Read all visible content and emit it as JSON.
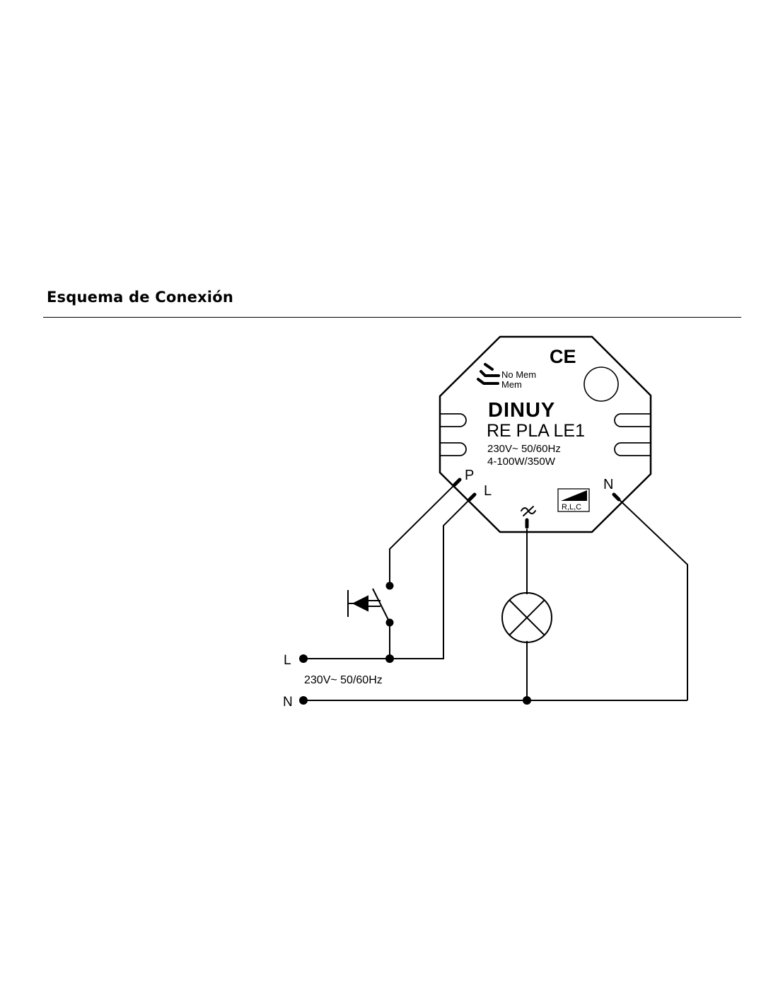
{
  "section": {
    "title": "Esquema de Conexión"
  },
  "device": {
    "brand": "DINUY",
    "model": "RE PLA LE1",
    "rating": "230V~ 50/60Hz",
    "power": "4-100W/350W",
    "mode_switch": {
      "line1": "No Mem",
      "line2": "Mem"
    },
    "ce_mark": "CE",
    "load_type": "R,L,C",
    "terminals": {
      "p": "P",
      "l": "L",
      "n": "N"
    }
  },
  "supply": {
    "l_label": "L",
    "n_label": "N",
    "rating": "230V~ 50/60Hz"
  },
  "icons": {
    "pushbutton": "pushbutton-switch-icon",
    "lamp": "lamp-icon",
    "dimmer_output": "dimmer-output-icon",
    "load_ramp": "dimming-ramp-icon",
    "mode_switch": "mode-switch-icon",
    "adjust_knob": "adjust-knob-icon"
  }
}
